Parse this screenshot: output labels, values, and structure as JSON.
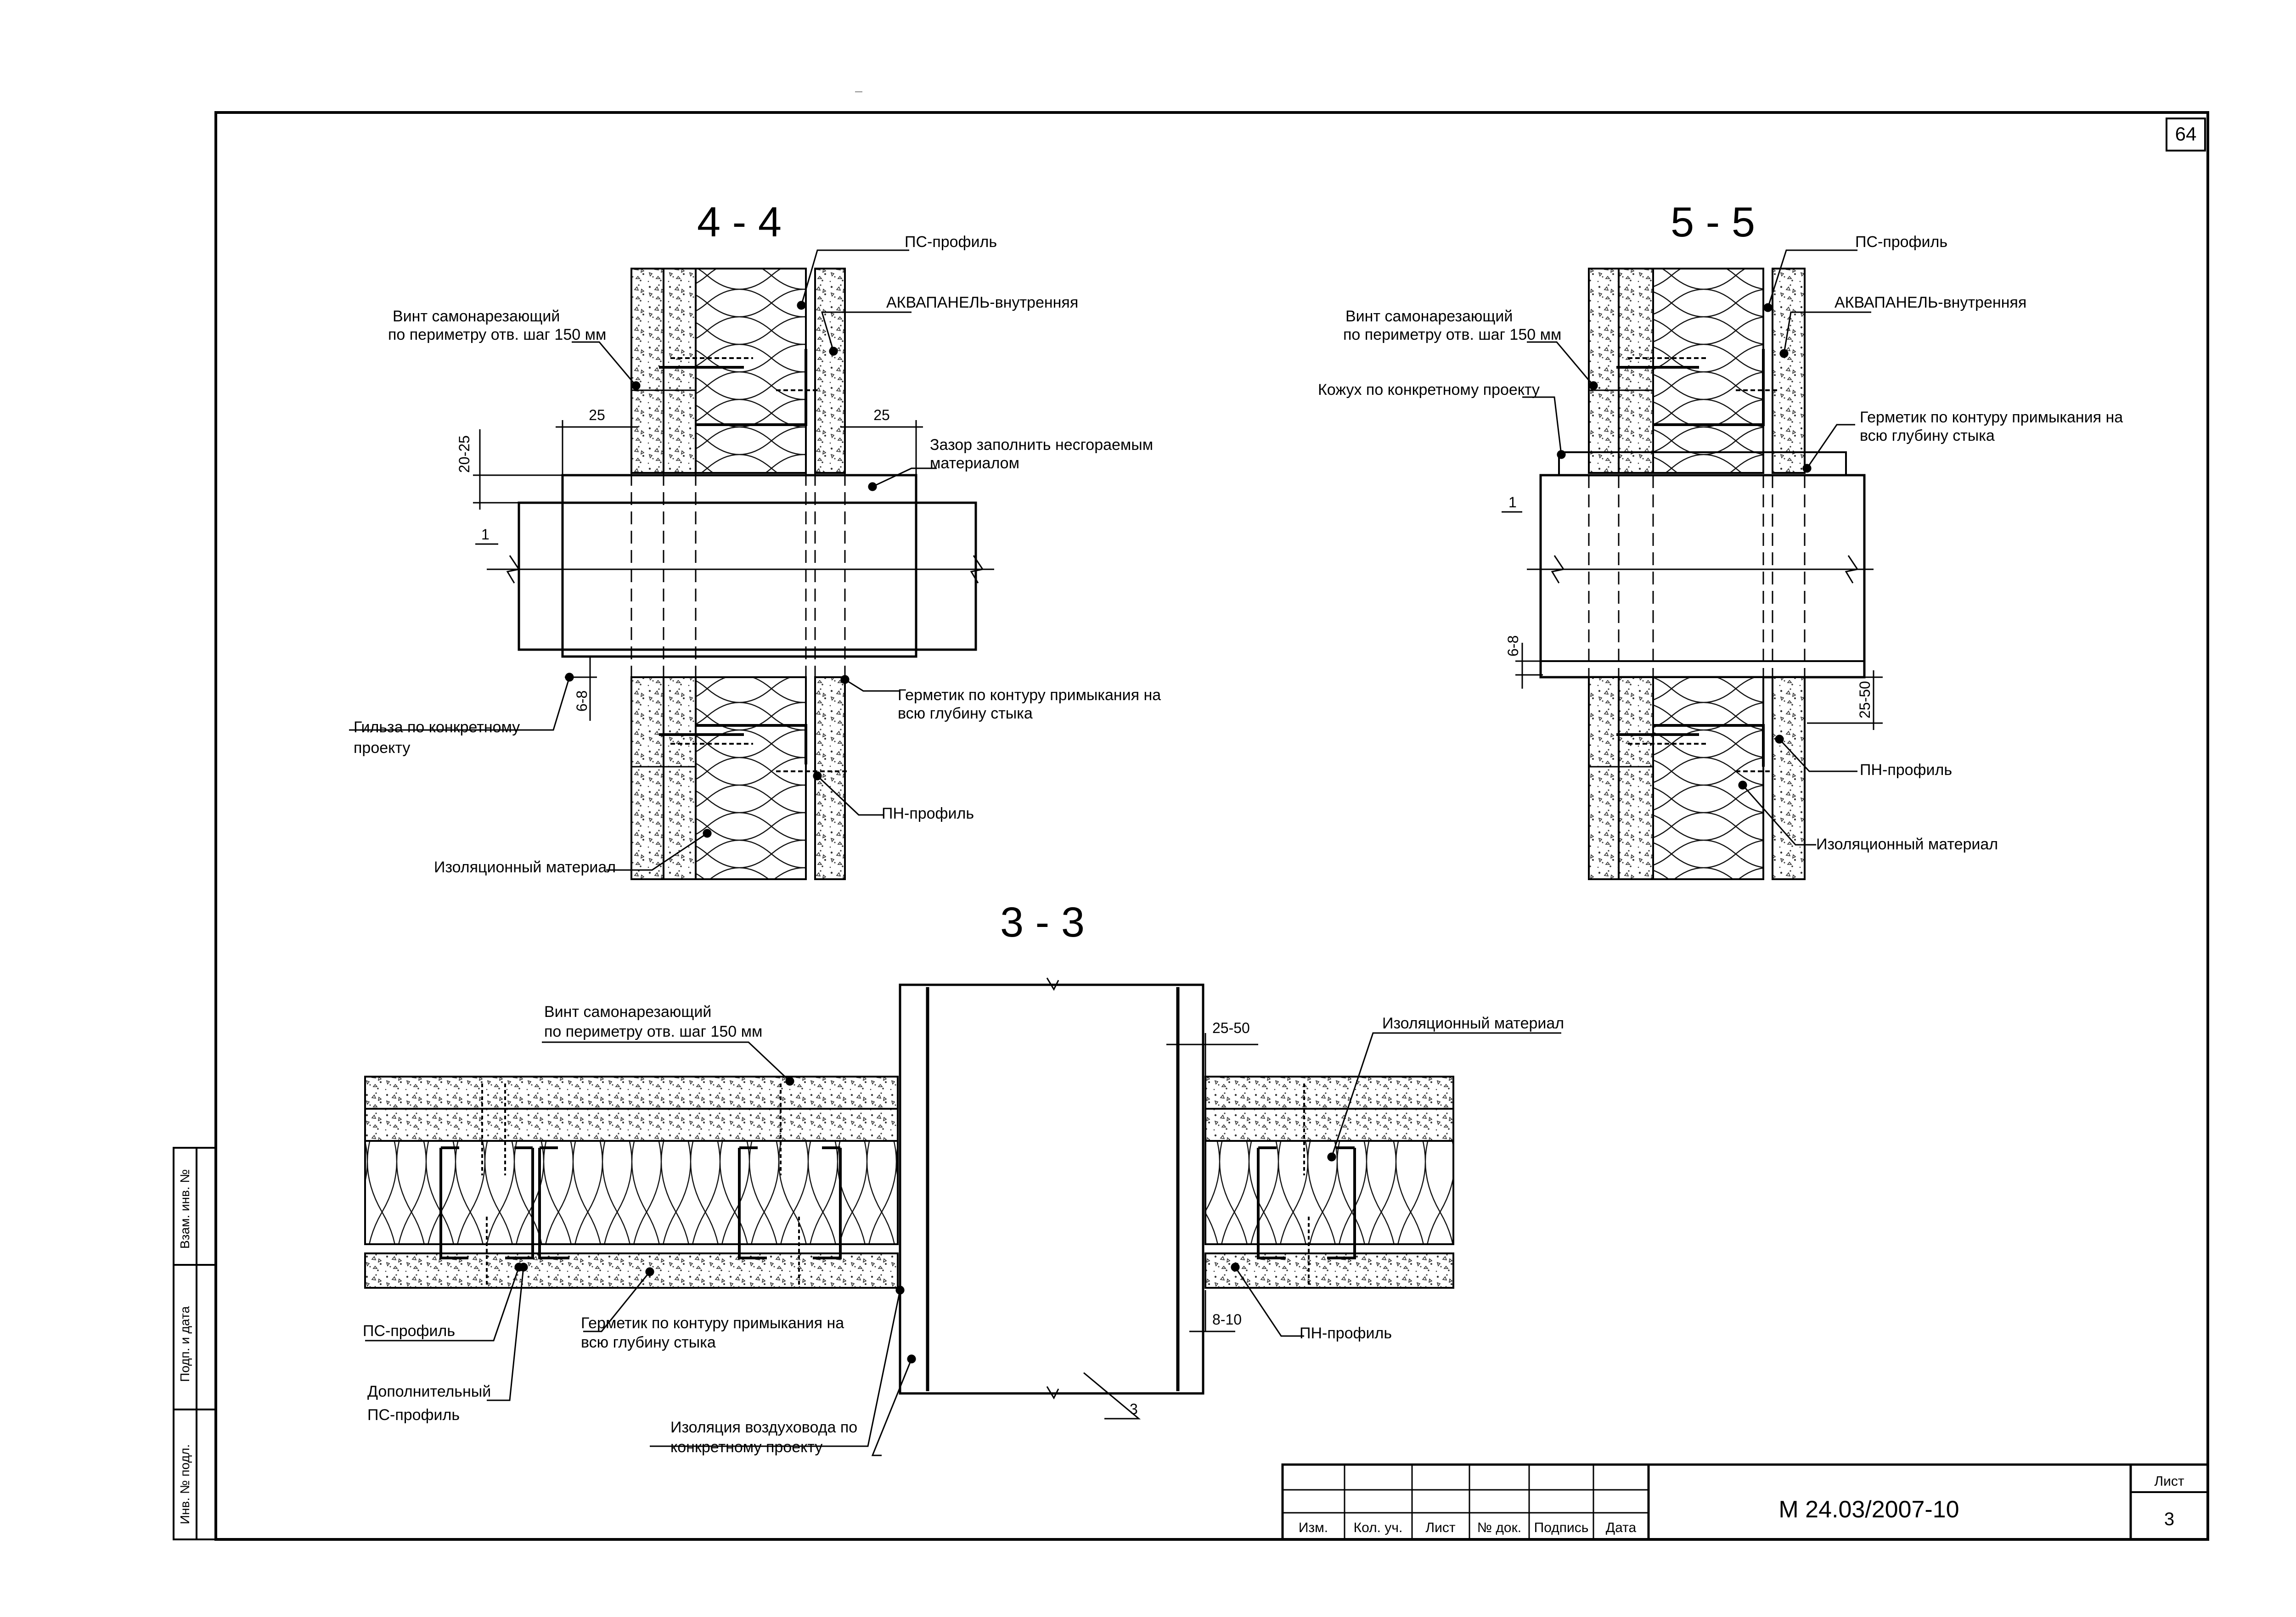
{
  "sheet_corner_number": "64",
  "sections": {
    "s44": {
      "title": "4 - 4",
      "labels": {
        "ps_profile": "ПС-профиль",
        "screw_1": "Винт самонарезающий",
        "screw_2": "по периметру отв. шаг 150 мм",
        "aquapanel": "АКВАПАНЕЛЬ-внутренняя",
        "gap_1": "Зазор заполнить несгораемым",
        "gap_2": "материалом",
        "sleeve_1": "Гильза по конкретному",
        "sleeve_2": "проекту",
        "sealant_1": "Герметик по контуру примыкания на",
        "sealant_2": "всю глубину стыка",
        "pn_profile": "ПН-профиль",
        "insulation": "Изоляционный материал",
        "pos_1": "1"
      },
      "dims": {
        "d25_left": "25",
        "d25_right": "25",
        "d20_25": "20-25",
        "d6_8": "6-8"
      }
    },
    "s55": {
      "title": "5 - 5",
      "labels": {
        "ps_profile": "ПС-профиль",
        "screw_1": "Винт самонарезающий",
        "screw_2": "по периметру отв. шаг 150 мм",
        "aquapanel": "АКВАПАНЕЛЬ-внутренняя",
        "casing": "Кожух по конкретному проекту",
        "sealant_1": "Герметик по контуру примыкания на",
        "sealant_2": "всю глубину стыка",
        "pn_profile": "ПН-профиль",
        "insulation": "Изоляционный материал",
        "pos_1": "1"
      },
      "dims": {
        "d6_8": "6-8",
        "d25_50": "25-50"
      }
    },
    "s33": {
      "title": "3 - 3",
      "labels": {
        "screw_1": "Винт самонарезающий",
        "screw_2": "по периметру отв. шаг 150 мм",
        "insulation": "Изоляционный материал",
        "ps_profile": "ПС-профиль",
        "sealant_1": "Герметик по контуру примыкания на",
        "sealant_2": "всю глубину стыка",
        "extra_ps_1": "Дополнительный",
        "extra_ps_2": "ПС-профиль",
        "duct_ins_1": "Изоляция воздуховода по",
        "duct_ins_2": "конкретному проекту",
        "pn_profile": "ПН-профиль",
        "pos_3": "3"
      },
      "dims": {
        "d25_50": "25-50",
        "d8_10": "8-10"
      }
    }
  },
  "side_stamp": {
    "vzam": "Взам. инв. №",
    "podp": "Подп. и дата",
    "inv": "Инв. № подл."
  },
  "title_block": {
    "cols": [
      "Изм.",
      "Кол. уч.",
      "Лист",
      "№ док.",
      "Подпись",
      "Дата"
    ],
    "doc_code": "М 24.03/2007-10",
    "sheet_label": "Лист",
    "sheet_number": "3"
  }
}
